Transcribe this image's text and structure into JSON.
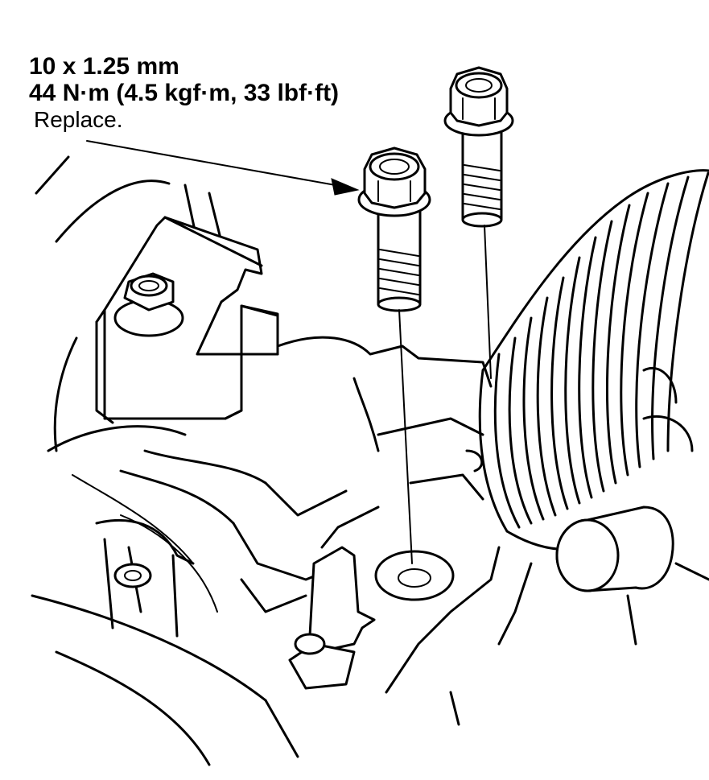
{
  "callout": {
    "line1": "10 x 1.25 mm",
    "line2": "44 N·m (4.5 kgf·m, 33 lbf·ft)",
    "line3": "Replace."
  },
  "colors": {
    "ink": "#000000",
    "paper": "#ffffff"
  }
}
